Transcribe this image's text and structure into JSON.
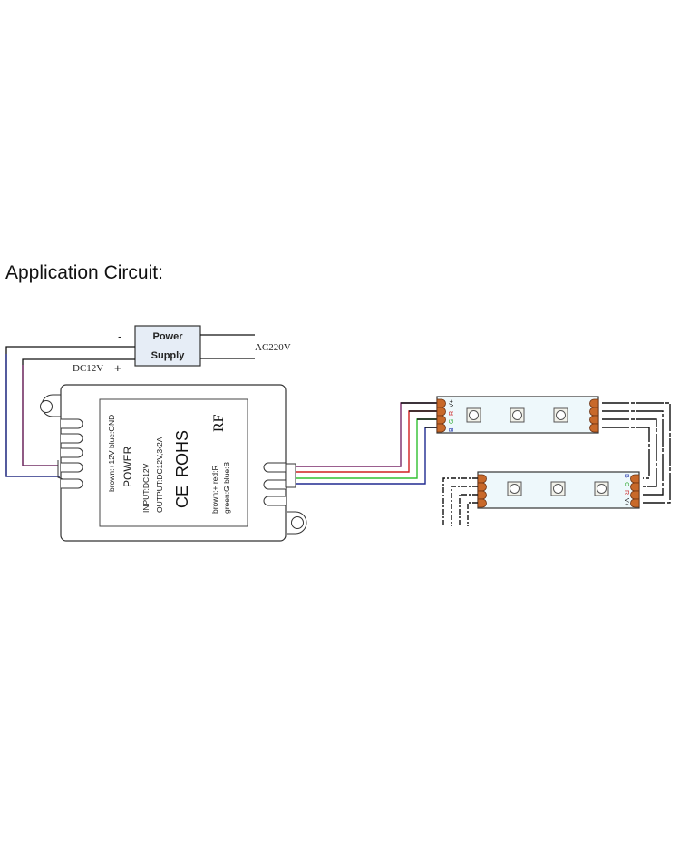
{
  "title": "Application Circuit:",
  "power_supply": {
    "line1": "Power",
    "line2": "Supply",
    "minus_label": "-",
    "plus_label": "+",
    "dc_label": "DC12V",
    "ac_label": "AC220V"
  },
  "controller": {
    "wire_label_top": "brown:+12V    blue:GND",
    "power_label": "POWER",
    "input_label": "INPUT:DC12V",
    "output_label": "OUTPUT:DC12V,3•2A",
    "ce_label": "CE",
    "rohs_label": "ROHS",
    "rf_label": "RF",
    "wire_label_out1": "brown:+   red:R",
    "wire_label_out2": "green:G  blue:B"
  },
  "wire_colors": {
    "brown": "#7a2a6a",
    "red": "#d02020",
    "green": "#30c030",
    "blue": "#202a90",
    "black": "#111111"
  },
  "strip1": {
    "pins": [
      "V+",
      "R",
      "G",
      "B"
    ],
    "pin_colors": [
      "#111111",
      "#cc2222",
      "#33aa33",
      "#2233aa"
    ],
    "led_count": 3
  },
  "strip2": {
    "pins": [
      "B",
      "G",
      "R",
      "V+"
    ],
    "pin_colors": [
      "#2233aa",
      "#33aa33",
      "#cc2222",
      "#111111"
    ],
    "led_count": 3
  }
}
